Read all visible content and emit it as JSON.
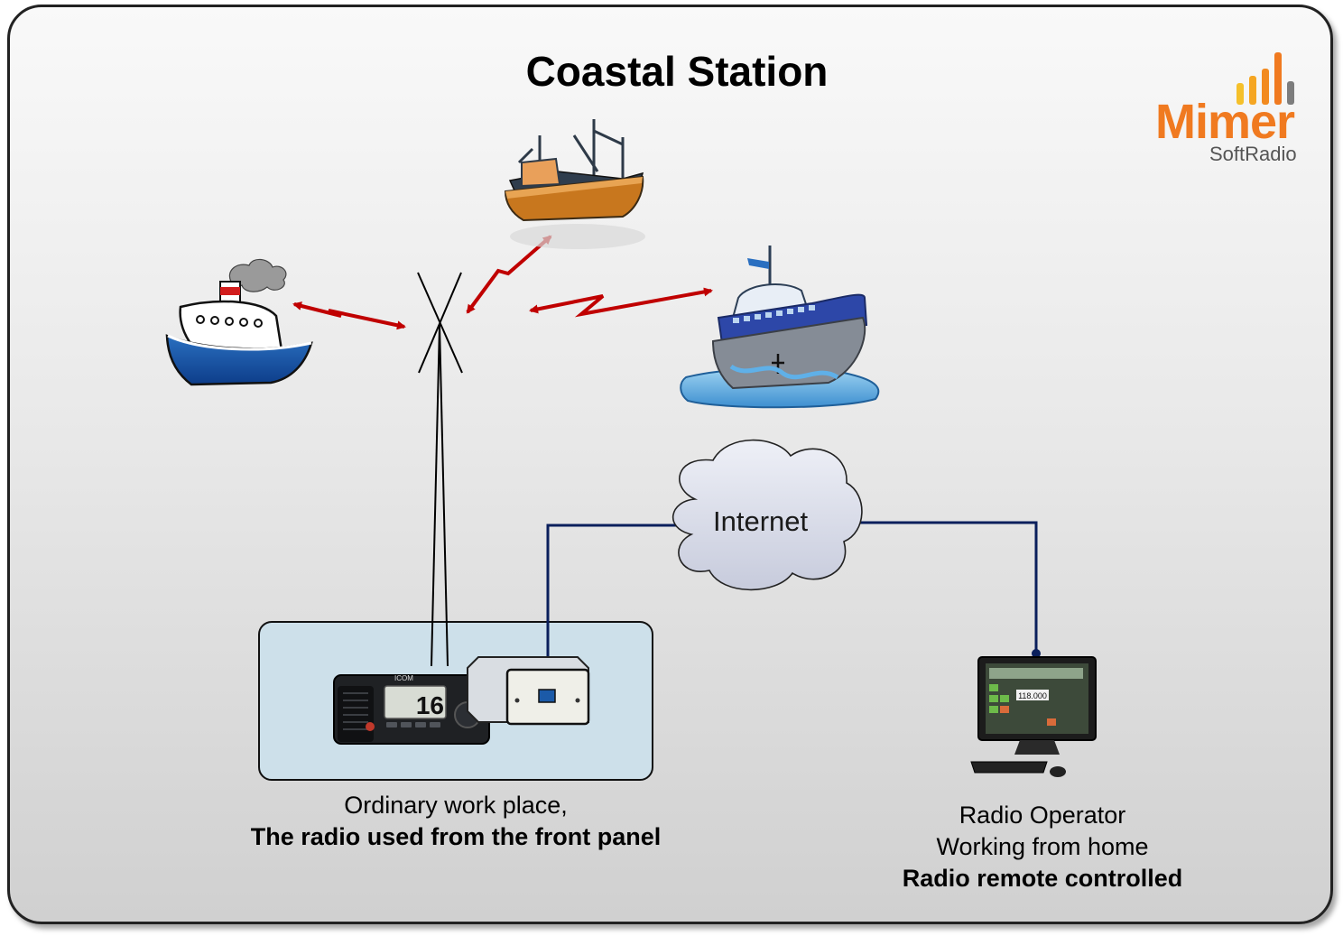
{
  "title": "Coastal Station",
  "logo": {
    "word": "Mimer",
    "sub": "SoftRadio",
    "color": "#f07a20"
  },
  "internet_label": "Internet",
  "workplace": {
    "line1": "Ordinary work place,",
    "line2": "The radio used from the front panel"
  },
  "operator": {
    "line1": "Radio Operator",
    "line2": "Working from home",
    "line3": "Radio remote controlled"
  },
  "radio_display": {
    "channel": "16",
    "brand": "ICOM"
  },
  "monitor_display": {
    "frequency": "118.000"
  },
  "colors": {
    "radio_link": "#c00000",
    "network_link": "#0a1f5c",
    "workplace_box": "#cde0ea"
  }
}
